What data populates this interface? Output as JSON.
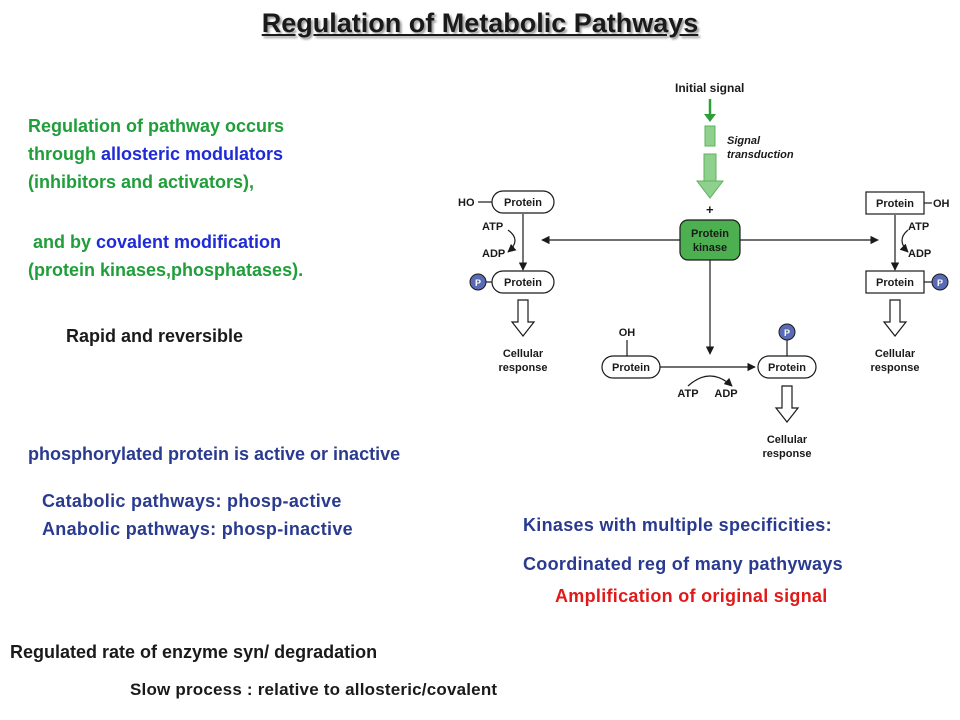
{
  "title": "Regulation of Metabolic Pathways",
  "intro": {
    "line1": "Regulation of pathway occurs",
    "line2_pre": "through ",
    "line2_em": "allosteric modulators",
    "line3": "(inhibitors and activators),",
    "line4_pre": " and by ",
    "line4_em": "covalent modification",
    "line5": "(protein kinases,phosphatases)."
  },
  "rapid": "Rapid and reversible",
  "phospho": "phosphorylated protein is active or inactive",
  "catabolic": "Catabolic pathways: phosp-active",
  "anabolic": "Anabolic pathways: phosp-inactive",
  "kinases": "Kinases with multiple specificities:",
  "coordinated": "Coordinated reg of many pathyways",
  "amplification": "Amplification of original signal",
  "regulated": "Regulated rate of enzyme syn/ degradation",
  "slow": "Slow process : relative to allosteric/covalent",
  "diagram": {
    "initial_signal": "Initial signal",
    "signal_transduction_1": "Signal",
    "signal_transduction_2": "transduction",
    "plus": "+",
    "kinase_1": "Protein",
    "kinase_2": "kinase",
    "protein": "Protein",
    "ho": "HO",
    "oh": "OH",
    "p": "P",
    "atp": "ATP",
    "adp": "ADP",
    "cellular": "Cellular",
    "response": "response",
    "colors": {
      "kinase_fill": "#4caf50",
      "signal_arrow": "#8fd08f",
      "phosphate": "#5a6bb5"
    }
  }
}
